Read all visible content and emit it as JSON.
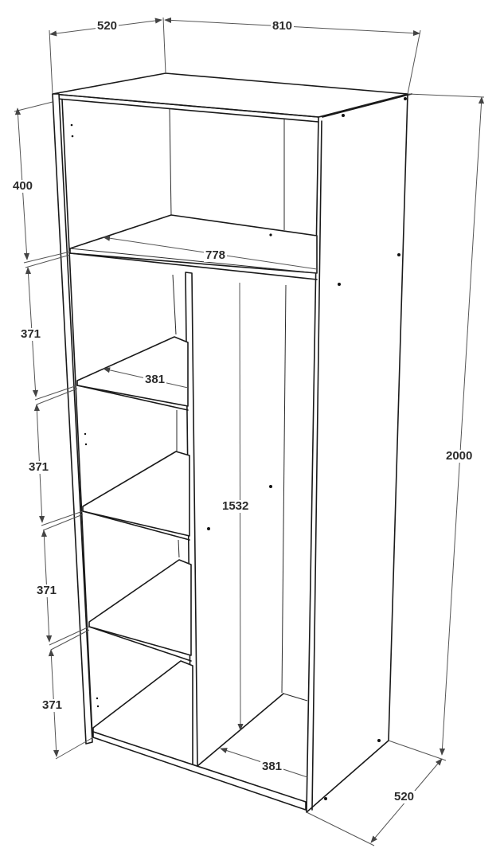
{
  "diagram": {
    "subject": "Two-section wardrobe with shelves and hanging compartment",
    "units": "mm",
    "line_color": "#1a1a1a",
    "dimension_color": "#555555",
    "label_color": "#2b2b2b"
  },
  "dimensions": {
    "top_depth": "520",
    "top_width": "810",
    "total_height": "2000",
    "bottom_depth": "520",
    "top_compartment_height": "400",
    "inner_width": "778",
    "shelf_1_height": "371",
    "shelf_2_height": "371",
    "shelf_3_height": "371",
    "shelf_4_height": "371",
    "shelf_depth": "381",
    "hanging_height": "1532",
    "hanging_depth": "381"
  }
}
